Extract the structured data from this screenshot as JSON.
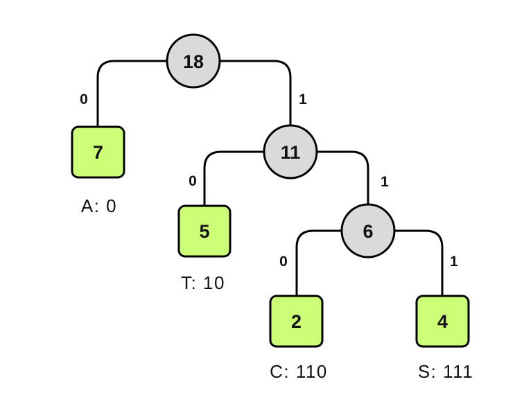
{
  "tree": {
    "root": {
      "value": "18"
    },
    "internal_11": {
      "value": "11"
    },
    "internal_6": {
      "value": "6"
    },
    "leaf_A": {
      "value": "7",
      "code_label": "A: 0"
    },
    "leaf_T": {
      "value": "5",
      "code_label": "T: 10"
    },
    "leaf_C": {
      "value": "2",
      "code_label": "C: 110"
    },
    "leaf_S": {
      "value": "4",
      "code_label": "S: 111"
    },
    "edges": {
      "root_left": "0",
      "root_right": "1",
      "n11_left": "0",
      "n11_right": "1",
      "n6_left": "0",
      "n6_right": "1"
    }
  },
  "colors": {
    "internal_fill": "#dadada",
    "leaf_fill": "#ccff77",
    "stroke": "#000000"
  }
}
